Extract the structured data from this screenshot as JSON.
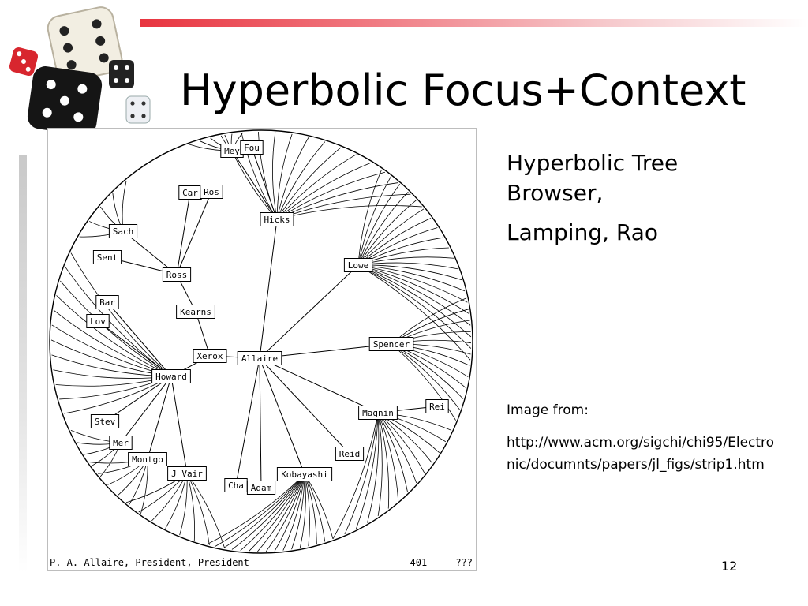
{
  "slide": {
    "title": "Hyperbolic Focus+Context",
    "description_title": "Hyperbolic Tree Browser,",
    "authors": "Lamping, Rao",
    "image_from_label": "Image from:",
    "image_url": "http://www.acm.org/sigchi/chi95/Electronic/documnts/papers/jl_figs/strip1.htm",
    "page_number": "12"
  },
  "colors": {
    "accent_gradient_start": "#e8343f",
    "sidebar_gray": "#c9c9c9"
  },
  "tree": {
    "status_left": "P. A. Allaire, President, President",
    "status_right": "401 --  ???",
    "nodes": {
      "allaire": "Allaire",
      "xerox": "Xerox",
      "kearns": "Kearns",
      "ross": "Ross",
      "sach": "Sach",
      "sent": "Sent",
      "car": "Car",
      "ros": "Ros",
      "hicks": "Hicks",
      "mey": "Mey",
      "fou": "Fou",
      "lowe": "Lowe",
      "spencer": "Spencer",
      "magnin": "Magnin",
      "rei": "Rei",
      "reid": "Reid",
      "kobayashi": "Kobayashi",
      "cha": "Cha",
      "adam": "Adam",
      "howard": "Howard",
      "bar": "Bar",
      "lov": "Lov",
      "stev": "Stev",
      "mer": "Mer",
      "montgo": "Montgo",
      "jvair": "J Vair"
    }
  }
}
